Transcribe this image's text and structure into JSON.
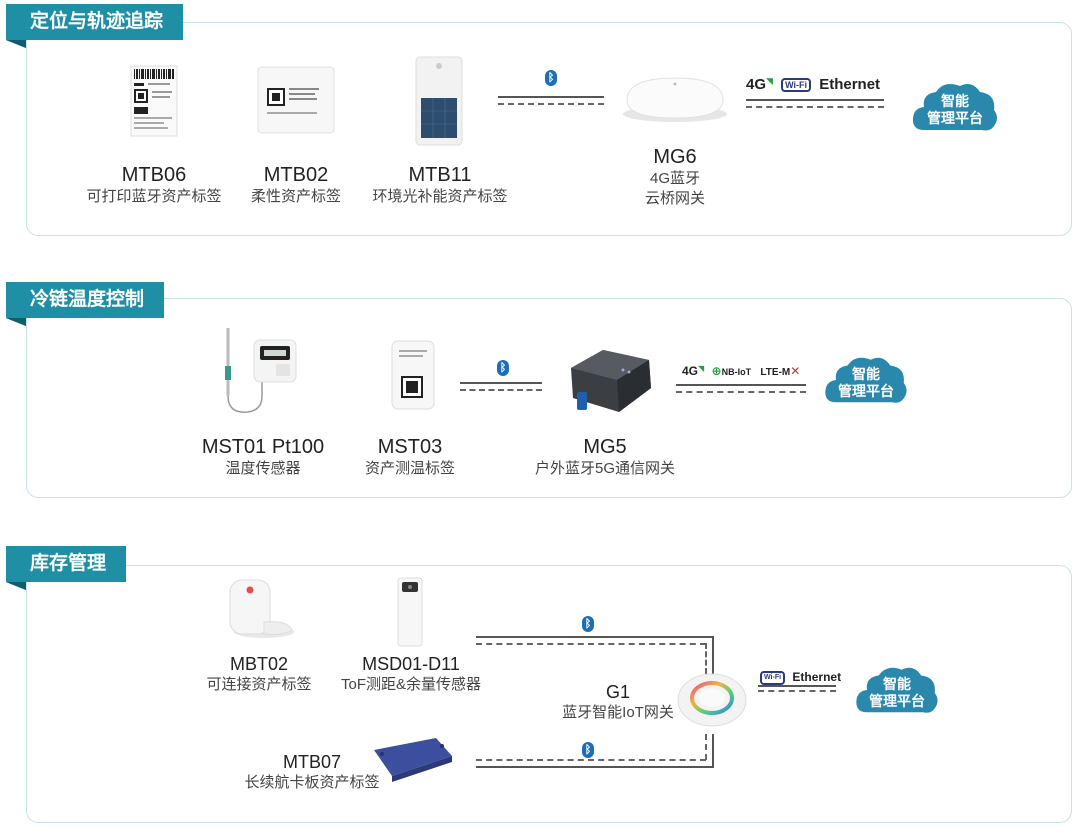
{
  "sections": [
    {
      "title": "定位与轨迹追踪",
      "devices": [
        {
          "name": "MTB06",
          "desc": "可打印蓝牙资产标签"
        },
        {
          "name": "MTB02",
          "desc": "柔性资产标签"
        },
        {
          "name": "MTB11",
          "desc": "环境光补能资产标签"
        }
      ],
      "gateway": {
        "name": "MG6",
        "desc1": "4G蓝牙",
        "desc2": "云桥网关"
      },
      "network": {
        "n4g": "4G",
        "wifi": "Wi-Fi",
        "ethernet": "Ethernet"
      },
      "cloud": {
        "line1": "智能",
        "line2": "管理平台"
      }
    },
    {
      "title": "冷链温度控制",
      "devices": [
        {
          "name": "MST01 Pt100",
          "desc": "温度传感器"
        },
        {
          "name": "MST03",
          "desc": "资产测温标签"
        }
      ],
      "gateway": {
        "name": "MG5",
        "desc1": "户外蓝牙5G通信网关"
      },
      "network": {
        "n4g": "4G",
        "nbiot": "NB-IoT",
        "lte": "LTE-M"
      },
      "cloud": {
        "line1": "智能",
        "line2": "管理平台"
      }
    },
    {
      "title": "库存管理",
      "devices": [
        {
          "name": "MBT02",
          "desc": "可连接资产标签"
        },
        {
          "name": "MSD01-D11",
          "desc": "ToF测距&余量传感器"
        },
        {
          "name": "MTB07",
          "desc": "长续航卡板资产标签"
        }
      ],
      "gateway": {
        "name": "G1",
        "desc1": "蓝牙智能IoT网关"
      },
      "network": {
        "wifi": "Wi-Fi",
        "ethernet": "Ethernet"
      },
      "cloud": {
        "line1": "智能",
        "line2": "管理平台"
      }
    }
  ],
  "icons": {
    "bluetooth": "bluetooth-icon",
    "cloud": "cloud-icon",
    "wifi": "wifi-icon",
    "signal": "signal-icon",
    "globe": "globe-icon"
  },
  "colors": {
    "accent": "#1f8fa6",
    "cloud": "#2b88ad",
    "border": "#c9e3e6",
    "bluetooth": "#1c6fb6"
  }
}
